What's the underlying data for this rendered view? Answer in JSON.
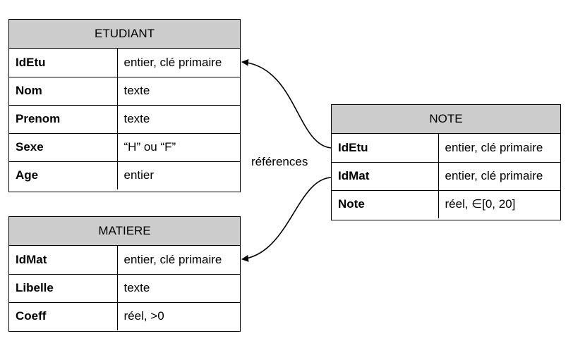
{
  "diagram": {
    "relation_label": "références",
    "entities": {
      "etudiant": {
        "name": "ETUDIANT",
        "fields": [
          {
            "name": "IdEtu",
            "type": "entier, clé primaire"
          },
          {
            "name": "Nom",
            "type": "texte"
          },
          {
            "name": "Prenom",
            "type": "texte"
          },
          {
            "name": "Sexe",
            "type": "“H” ou “F”"
          },
          {
            "name": "Age",
            "type": "entier"
          }
        ]
      },
      "matiere": {
        "name": "MATIERE",
        "fields": [
          {
            "name": "IdMat",
            "type": "entier, clé primaire"
          },
          {
            "name": "Libelle",
            "type": "texte"
          },
          {
            "name": "Coeff",
            "type": "réel, >0"
          }
        ]
      },
      "note": {
        "name": "NOTE",
        "fields": [
          {
            "name": "IdEtu",
            "type": "entier, clé primaire"
          },
          {
            "name": "IdMat",
            "type": "entier, clé primaire"
          },
          {
            "name": "Note",
            "type": "réel, ∈[0, 20]"
          }
        ]
      }
    },
    "links": [
      {
        "from": "NOTE.IdEtu",
        "to": "ETUDIANT.IdEtu"
      },
      {
        "from": "NOTE.IdMat",
        "to": "MATIERE.IdMat"
      }
    ]
  }
}
